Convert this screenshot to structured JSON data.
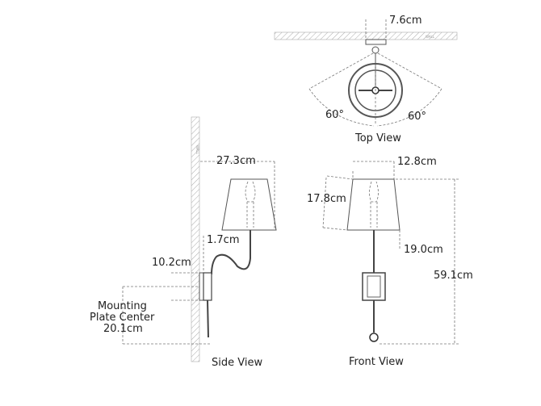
{
  "top_view": {
    "title": "Top View",
    "width_dim": "7.6cm",
    "angle_left": "60°",
    "angle_right": "60°",
    "wall_label": "WALL"
  },
  "side_view": {
    "title": "Side View",
    "extension_dim": "27.3cm",
    "plate_depth_dim": "1.7cm",
    "plate_height_dim": "10.2cm",
    "mounting_label_line1": "Mounting",
    "mounting_label_line2": "Plate Center",
    "mounting_dim": "20.1cm",
    "wall_label": "WALL"
  },
  "front_view": {
    "title": "Front View",
    "shade_top_dim": "12.8cm",
    "shade_height_dim": "17.8cm",
    "shade_bottom_dim": "19.0cm",
    "overall_height_dim": "59.1cm"
  }
}
